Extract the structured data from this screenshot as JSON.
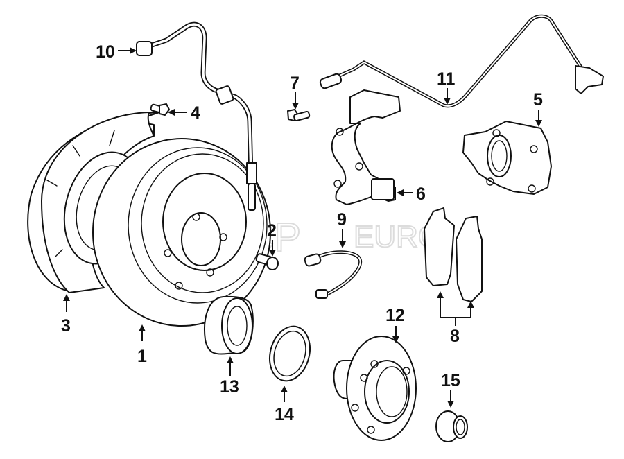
{
  "diagram": {
    "title": "Rear brake assembly exploded view",
    "watermark": {
      "brand": "FCP",
      "suffix": "EURO"
    },
    "callouts": [
      {
        "id": "1",
        "label": "1",
        "part": "brake-rotor"
      },
      {
        "id": "2",
        "label": "2",
        "part": "rotor-screw"
      },
      {
        "id": "3",
        "label": "3",
        "part": "splash-shield"
      },
      {
        "id": "4",
        "label": "4",
        "part": "shield-bolt"
      },
      {
        "id": "5",
        "label": "5",
        "part": "caliper"
      },
      {
        "id": "6",
        "label": "6",
        "part": "caliper-bracket"
      },
      {
        "id": "7",
        "label": "7",
        "part": "bracket-bolt"
      },
      {
        "id": "8",
        "label": "8",
        "part": "brake-pads"
      },
      {
        "id": "9",
        "label": "9",
        "part": "pad-wear-sensor"
      },
      {
        "id": "10",
        "label": "10",
        "part": "brake-hose"
      },
      {
        "id": "11",
        "label": "11",
        "part": "abs-sensor"
      },
      {
        "id": "12",
        "label": "12",
        "part": "wheel-hub"
      },
      {
        "id": "13",
        "label": "13",
        "part": "wheel-bearing"
      },
      {
        "id": "14",
        "label": "14",
        "part": "snap-ring"
      },
      {
        "id": "15",
        "label": "15",
        "part": "axle-nut"
      }
    ]
  }
}
